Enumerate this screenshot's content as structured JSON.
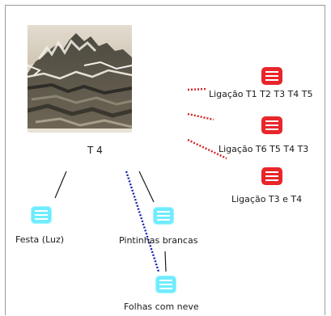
{
  "colors": {
    "link_red": "#e8262b",
    "leaf_cyan": "#6fecff",
    "dotted_red": "#d62020",
    "dotted_blue": "#1020b0",
    "connector": "#1a1a1a"
  },
  "main": {
    "thumbnail": "landscape-painting-thumbnail",
    "label": "T 4"
  },
  "links": [
    {
      "icon": "list-icon",
      "label": "Ligação T1 T2 T3 T4 T5"
    },
    {
      "icon": "list-icon",
      "label": "Ligação T6 T5 T4 T3"
    },
    {
      "icon": "list-icon",
      "label": "Ligação T3 e T4"
    }
  ],
  "children": [
    {
      "icon": "list-icon",
      "label": "Festa (Luz)"
    },
    {
      "icon": "list-icon",
      "label": "Pintinhas brancas"
    },
    {
      "icon": "list-icon",
      "label": "Folhas com neve"
    }
  ]
}
